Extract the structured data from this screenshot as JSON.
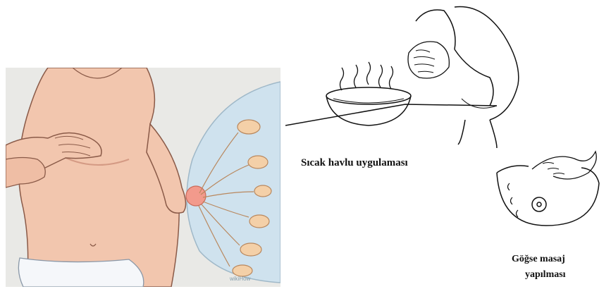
{
  "left_illustration": {
    "watermark": "wikiHow"
  },
  "right_illustration": {
    "caption_towel": "Sıcak havlu uygulaması",
    "caption_massage_line1": "Göğse masaj",
    "caption_massage_line2": "yapılması"
  }
}
